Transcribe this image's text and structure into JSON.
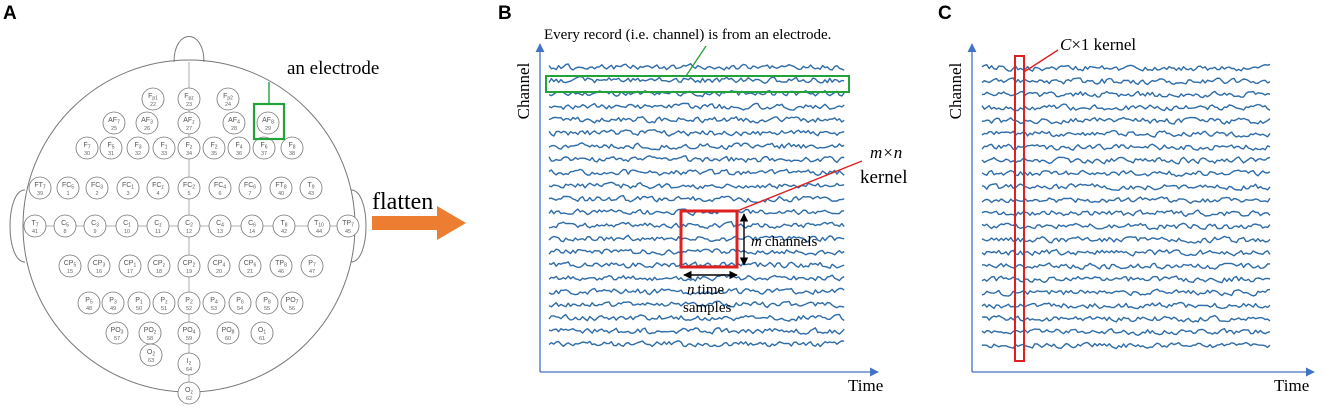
{
  "panels": {
    "a": {
      "label": "A",
      "annotation": "an electrode",
      "arrow_text": "flatten",
      "electrodes": [
        {
          "name": "Fp1",
          "sub": "p1",
          "base": "F",
          "num": "22"
        },
        {
          "name": "Fpz",
          "sub": "pz",
          "base": "F",
          "num": "23"
        },
        {
          "name": "Fp2",
          "sub": "p2",
          "base": "F",
          "num": "24"
        },
        {
          "name": "AF7",
          "sub": "7",
          "base": "AF",
          "num": "25"
        },
        {
          "name": "AF3",
          "sub": "3",
          "base": "AF",
          "num": "26"
        },
        {
          "name": "AFz",
          "sub": "z",
          "base": "AF",
          "num": "27"
        },
        {
          "name": "AF4",
          "sub": "4",
          "base": "AF",
          "num": "28"
        },
        {
          "name": "AF8",
          "sub": "8",
          "base": "AF",
          "num": "29"
        },
        {
          "name": "F7",
          "sub": "7",
          "base": "F",
          "num": "30"
        },
        {
          "name": "F5",
          "sub": "5",
          "base": "F",
          "num": "31"
        },
        {
          "name": "F3",
          "sub": "3",
          "base": "F",
          "num": "32"
        },
        {
          "name": "F1",
          "sub": "1",
          "base": "F",
          "num": "33"
        },
        {
          "name": "Fz",
          "sub": "z",
          "base": "F",
          "num": "34"
        },
        {
          "name": "F2",
          "sub": "2",
          "base": "F",
          "num": "35"
        },
        {
          "name": "F4",
          "sub": "4",
          "base": "F",
          "num": "36"
        },
        {
          "name": "F6",
          "sub": "6",
          "base": "F",
          "num": "37"
        },
        {
          "name": "F8",
          "sub": "8",
          "base": "F",
          "num": "38"
        },
        {
          "name": "FT7",
          "sub": "7",
          "base": "FT",
          "num": "39"
        },
        {
          "name": "FC5",
          "sub": "5",
          "base": "FC",
          "num": "1"
        },
        {
          "name": "FC3",
          "sub": "3",
          "base": "FC",
          "num": "2"
        },
        {
          "name": "FC1",
          "sub": "1",
          "base": "FC",
          "num": "3"
        },
        {
          "name": "FCz",
          "sub": "z",
          "base": "FC",
          "num": "4"
        },
        {
          "name": "FC2",
          "sub": "2",
          "base": "FC",
          "num": "5"
        },
        {
          "name": "FC4",
          "sub": "4",
          "base": "FC",
          "num": "6"
        },
        {
          "name": "FC6",
          "sub": "6",
          "base": "FC",
          "num": "7"
        },
        {
          "name": "FT8",
          "sub": "8",
          "base": "FT",
          "num": "40"
        },
        {
          "name": "T9",
          "sub": "9",
          "base": "T",
          "num": "43"
        },
        {
          "name": "T7",
          "sub": "7",
          "base": "T",
          "num": "41"
        },
        {
          "name": "C5",
          "sub": "5",
          "base": "C",
          "num": "8"
        },
        {
          "name": "C3",
          "sub": "3",
          "base": "C",
          "num": "9"
        },
        {
          "name": "C1",
          "sub": "1",
          "base": "C",
          "num": "10"
        },
        {
          "name": "Cz",
          "sub": "z",
          "base": "C",
          "num": "11"
        },
        {
          "name": "C2",
          "sub": "2",
          "base": "C",
          "num": "12"
        },
        {
          "name": "C4",
          "sub": "4",
          "base": "C",
          "num": "13"
        },
        {
          "name": "C6",
          "sub": "6",
          "base": "C",
          "num": "14"
        },
        {
          "name": "T8",
          "sub": "8",
          "base": "T",
          "num": "42"
        },
        {
          "name": "T10",
          "sub": "10",
          "base": "T",
          "num": "44"
        },
        {
          "name": "TP7",
          "sub": "7",
          "base": "TP",
          "num": "45"
        },
        {
          "name": "CP5",
          "sub": "5",
          "base": "CP",
          "num": "15"
        },
        {
          "name": "CP3",
          "sub": "3",
          "base": "CP",
          "num": "16"
        },
        {
          "name": "CP1",
          "sub": "1",
          "base": "CP",
          "num": "17"
        },
        {
          "name": "CPz",
          "sub": "z",
          "base": "CP",
          "num": "18"
        },
        {
          "name": "CP2",
          "sub": "2",
          "base": "CP",
          "num": "19"
        },
        {
          "name": "CP4",
          "sub": "4",
          "base": "CP",
          "num": "20"
        },
        {
          "name": "CP6",
          "sub": "6",
          "base": "CP",
          "num": "21"
        },
        {
          "name": "TP8",
          "sub": "8",
          "base": "TP",
          "num": "46"
        },
        {
          "name": "P7",
          "sub": "7",
          "base": "P",
          "num": "47"
        },
        {
          "name": "P5",
          "sub": "5",
          "base": "P",
          "num": "48"
        },
        {
          "name": "P3",
          "sub": "3",
          "base": "P",
          "num": "49"
        },
        {
          "name": "P1",
          "sub": "1",
          "base": "P",
          "num": "50"
        },
        {
          "name": "Pz",
          "sub": "z",
          "base": "P",
          "num": "51"
        },
        {
          "name": "P2",
          "sub": "2",
          "base": "P",
          "num": "52"
        },
        {
          "name": "P4",
          "sub": "4",
          "base": "P",
          "num": "53"
        },
        {
          "name": "P6",
          "sub": "6",
          "base": "P",
          "num": "54"
        },
        {
          "name": "P8",
          "sub": "8",
          "base": "P",
          "num": "55"
        },
        {
          "name": "PO7",
          "sub": "7",
          "base": "PO",
          "num": "56"
        },
        {
          "name": "PO3",
          "sub": "3",
          "base": "PO",
          "num": "57"
        },
        {
          "name": "POz",
          "sub": "z",
          "base": "PO",
          "num": "58"
        },
        {
          "name": "PO4",
          "sub": "4",
          "base": "PO",
          "num": "59"
        },
        {
          "name": "PO8",
          "sub": "8",
          "base": "PO",
          "num": "60"
        },
        {
          "name": "O1",
          "sub": "1",
          "base": "O",
          "num": "61"
        },
        {
          "name": "Oz",
          "sub": "z",
          "base": "O",
          "num": "62"
        },
        {
          "name": "O2",
          "sub": "2",
          "base": "O",
          "num": "63"
        },
        {
          "name": "Iz",
          "sub": "z",
          "base": "I",
          "num": "64"
        }
      ]
    },
    "b": {
      "label": "B",
      "title": "Every record (i.e. channel) is from an electrode.",
      "y_axis_label": "Channel",
      "x_axis_label": "Time",
      "kernel_dims": "m×n",
      "kernel_word": "kernel",
      "m_label_var": "m",
      "m_label_text": "channels",
      "n_label_var": "n",
      "n_label_text": "time",
      "n_label_line2": "samples"
    },
    "c": {
      "label": "C",
      "y_axis_label": "Channel",
      "x_axis_label": "Time",
      "kernel_var": "C",
      "kernel_text": "×1 kernel"
    }
  },
  "colors": {
    "signal": "#2e6ca8",
    "axis": "#4472c4",
    "highlight_green": "#22a33a",
    "kernel_red": "#e02020",
    "arrow_orange": "#ed7d31",
    "head_outline": "#777777"
  }
}
